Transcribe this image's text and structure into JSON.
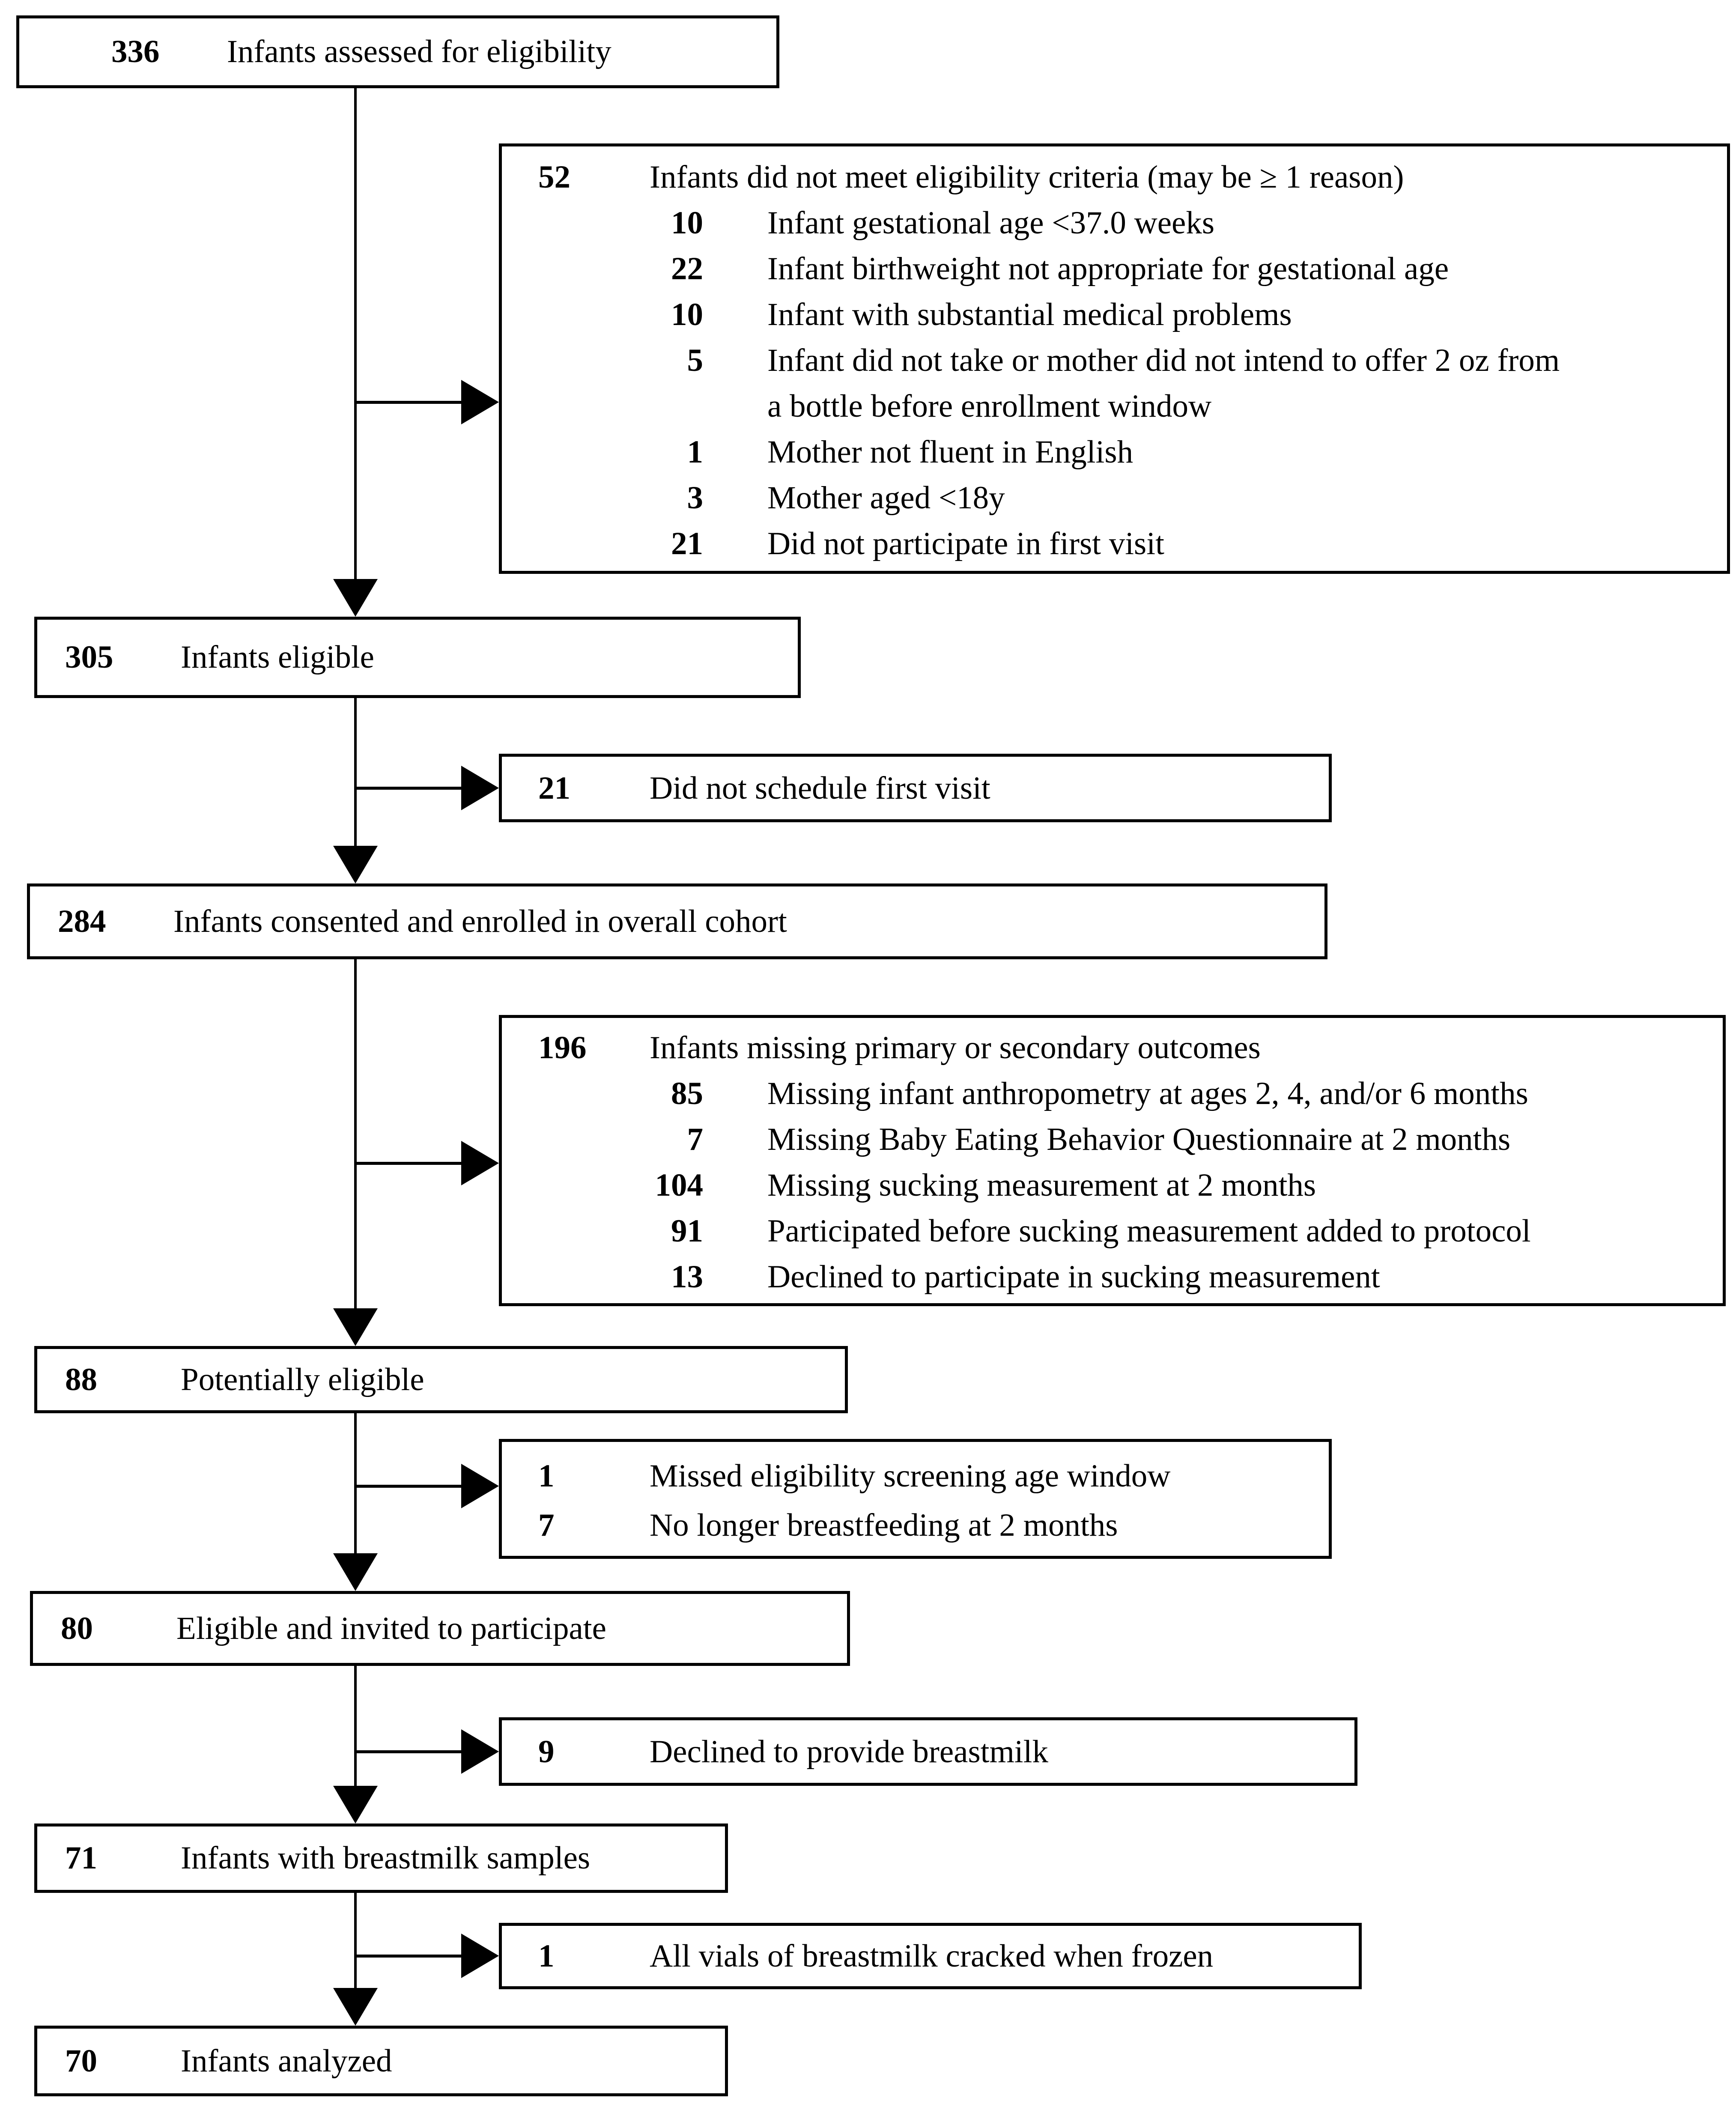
{
  "colors": {
    "ink": "#000000",
    "background": "#ffffff"
  },
  "boxes": {
    "assessed": {
      "n": "336",
      "label": "Infants assessed for eligibility"
    },
    "eligible": {
      "n": "305",
      "label": "Infants eligible"
    },
    "consented": {
      "n": "284",
      "label": "Infants consented and enrolled in overall cohort"
    },
    "potentially": {
      "n": "88",
      "label": "Potentially eligible"
    },
    "invited": {
      "n": "80",
      "label": "Eligible and invited to participate"
    },
    "samples": {
      "n": "71",
      "label": "Infants with breastmilk samples"
    },
    "analyzed": {
      "n": "70",
      "label": "Infants analyzed"
    }
  },
  "exclusions": {
    "not_eligible": {
      "n": "52",
      "label": "Infants did not meet eligibility criteria (may be ≥ 1 reason)",
      "items": [
        {
          "n": "10",
          "label": "Infant gestational age <37.0 weeks"
        },
        {
          "n": "22",
          "label": "Infant birthweight not appropriate for gestational age"
        },
        {
          "n": "10",
          "label": "Infant with substantial medical problems"
        },
        {
          "n": "5",
          "label": "Infant did not take or mother did not intend to offer 2 oz from",
          "label2": "a bottle before enrollment window"
        },
        {
          "n": "1",
          "label": "Mother not fluent in English"
        },
        {
          "n": "3",
          "label": "Mother aged <18y"
        },
        {
          "n": "21",
          "label": "Did not participate in first visit"
        }
      ]
    },
    "no_first_visit": {
      "n": "21",
      "label": "Did not schedule first visit"
    },
    "missing_outcomes": {
      "n": "196",
      "label": "Infants missing primary or secondary outcomes",
      "items": [
        {
          "n": "85",
          "label": "Missing infant anthropometry at ages 2, 4, and/or 6 months"
        },
        {
          "n": "7",
          "label": "Missing Baby Eating Behavior Questionnaire at 2 months"
        },
        {
          "n": "104",
          "label": "Missing sucking measurement at 2 months"
        },
        {
          "n": "91",
          "label": "Participated before sucking measurement added to protocol"
        },
        {
          "n": "13",
          "label": "Declined to participate in sucking measurement"
        }
      ]
    },
    "screening": {
      "items": [
        {
          "n": "1",
          "label": "Missed eligibility screening age window"
        },
        {
          "n": "7",
          "label": "No longer breastfeeding at 2 months"
        }
      ]
    },
    "declined_milk": {
      "n": "9",
      "label": "Declined to provide breastmilk"
    },
    "cracked": {
      "n": "1",
      "label": "All vials of breastmilk cracked when frozen"
    }
  }
}
